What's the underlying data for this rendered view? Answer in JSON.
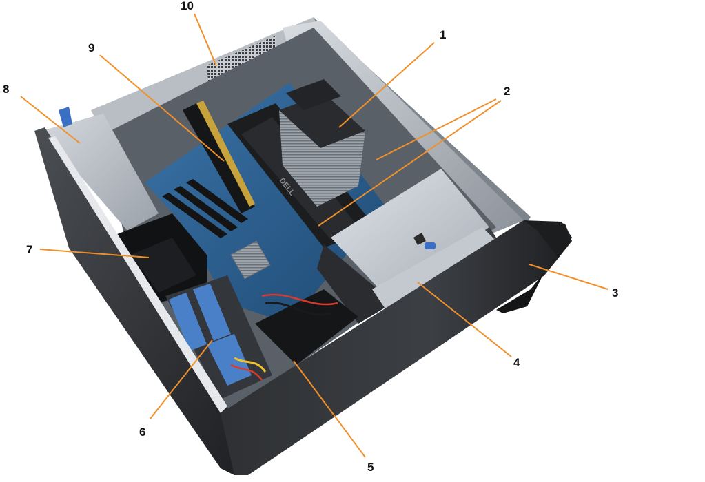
{
  "callouts": [
    {
      "id": "1",
      "label": "1"
    },
    {
      "id": "2",
      "label": "2"
    },
    {
      "id": "3",
      "label": "3"
    },
    {
      "id": "4",
      "label": "4"
    },
    {
      "id": "5",
      "label": "5"
    },
    {
      "id": "6",
      "label": "6"
    },
    {
      "id": "7",
      "label": "7"
    },
    {
      "id": "8",
      "label": "8"
    },
    {
      "id": "9",
      "label": "9"
    },
    {
      "id": "10",
      "label": "10"
    }
  ],
  "brand_text": "DELL",
  "colors": {
    "leader": "#f0902a",
    "chassis_dark": "#2b2b2b",
    "chassis_mid": "#4a4d52",
    "panel_gray": "#b9bec4",
    "board_blue": "#2b5d8c",
    "accent_blue": "#3b6fc4"
  }
}
